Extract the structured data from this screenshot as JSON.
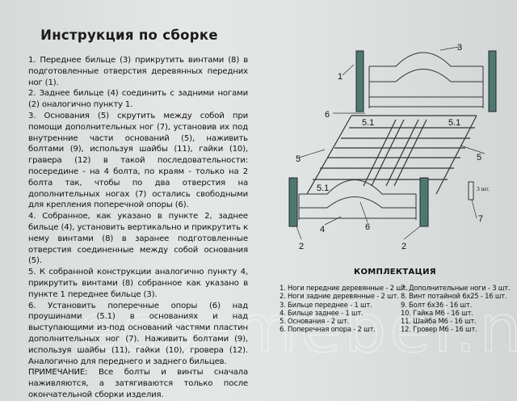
{
  "title": "Инструкция по сборке",
  "instructions": [
    "1. Переднее бильце (3) прикрутить винтами (8) в подготовленные отверстия деревянных передних ног (1).",
    "2. Заднее бильце (4) соединить с задними ногами (2) оналогично пункту 1.",
    "3. Основания (5) скрутить между собой при помощи дополнительных ног (7), установив их под внутренние части оснований (5), наживить болтами (9), используя шайбы (11), гайки (10), гравера (12) в такой последовательности: посередине - на 4 болта, по краям - только на 2 болта так, чтобы по два отверстия на дополнительных ногах (7) остались свободными для крепления поперечной опоры (6).",
    "4. Собранное, как указано в пункте 2, заднее бильце (4), установить вертикально и прикрутить к нему винтами (8) в заранее подготовленные отверстия соединенные между собой основания (5).",
    "5. К собранной конструкции аналогично пункту 4, прикрутить винтами (8) собранное как указано в пункте 1 переднее бильце (3).",
    "6. Установить поперечные опоры (6) над проушинами (5.1) в основаниях и над выступающими из-под оснований частями пластин дополнительных ног (7). Наживить болтами (9), используя шайбы (11), гайки (10), гровера (12). Аналогично для переднего и заднего бильцев."
  ],
  "note": {
    "label": "ПРИМЕЧАНИЕ:",
    "text": " Все болты и винты сначала наживляются, а затягиваются только после окончательной сборки изделия."
  },
  "diagram": {
    "labels": [
      "1",
      "2",
      "2",
      "3",
      "4",
      "5",
      "5",
      "5.1",
      "5.1",
      "5.1",
      "6",
      "6",
      "7"
    ],
    "qty_note": "3 шт."
  },
  "kit": {
    "title": "КОМПЛЕКТАЦИЯ",
    "left": [
      "1. Ноги передние деревянные - 2 шт.",
      "2. Ноги задние деревянные - 2 шт.",
      "3. Бильце переднее - 1 шт.",
      "4. Бильце заднее - 1 шт.",
      "5. Основания - 2 шт.",
      "6. Поперечная опора - 2 шт."
    ],
    "right": [
      "7. Дополнительные ноги - 3 шт.",
      "8. Винт потайной 6х25 - 16 шт.",
      "9. Болт 6х36 - 16 шт.",
      "10. Гайка М6 - 16 шт.",
      "11. Шайба М6 - 16 шт.",
      "12. Гровер М6 - 16 шт."
    ]
  },
  "watermark": "eco-mebel.net",
  "colors": {
    "leg": "#4e7a6e",
    "frame": "#333333"
  }
}
